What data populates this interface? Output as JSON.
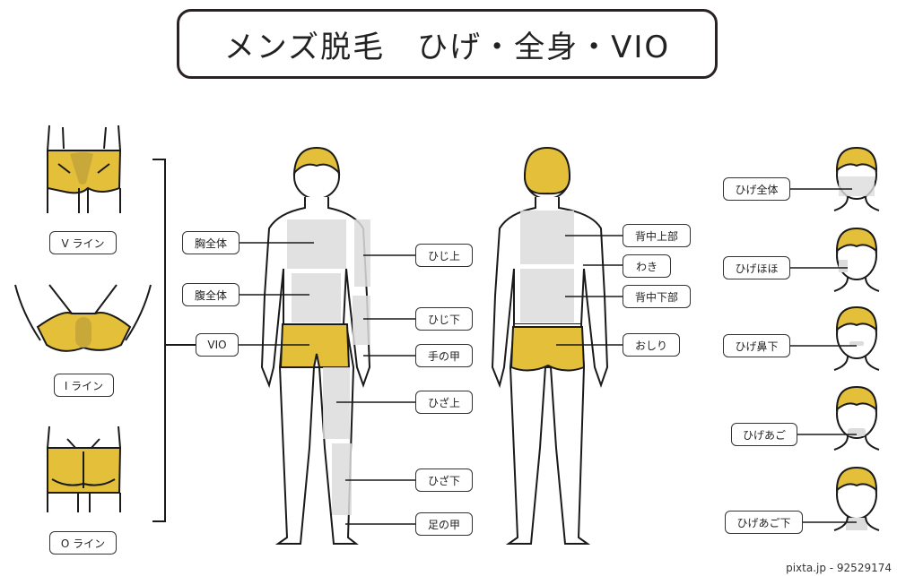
{
  "title": "メンズ脱毛　ひげ・全身・VIO",
  "vio_detail": {
    "v_line": "V ライン",
    "i_line": "I ライン",
    "o_line": "O ライン"
  },
  "front_labels": {
    "chest": "胸全体",
    "belly": "腹全体",
    "vio": "VIO",
    "upper_elbow": "ひじ上",
    "lower_elbow": "ひじ下",
    "back_of_hand": "手の甲",
    "upper_knee": "ひざ上",
    "lower_knee": "ひざ下",
    "top_of_foot": "足の甲"
  },
  "back_labels": {
    "upper_back": "背中上部",
    "armpit": "わき",
    "lower_back": "背中下部",
    "buttocks": "おしり"
  },
  "beard_labels": {
    "full": "ひげ全体",
    "cheek": "ひげほほ",
    "under_nose": "ひげ鼻下",
    "chin": "ひげあご",
    "under_chin": "ひげあご下"
  },
  "colors": {
    "hair_yellow": "#e3bf3a",
    "highlight_gray": "#dcdcdc",
    "outline": "#1a1a1a"
  },
  "footer": "pixta.jp - 92529174"
}
